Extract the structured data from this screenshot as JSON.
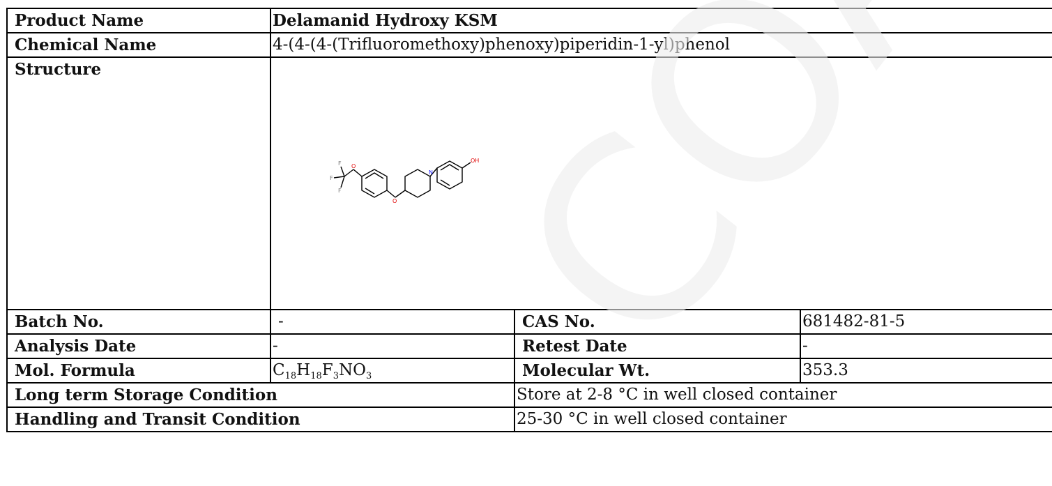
{
  "rows": {
    "product_name": {
      "label": "Product Name",
      "value": "Delamanid Hydroxy KSM"
    },
    "chemical_name": {
      "label": "Chemical Name",
      "value": "4-(4-(4-(Trifluoromethoxy)phenoxy)piperidin-1-yl)phenol"
    },
    "structure": {
      "label": "Structure"
    },
    "batch_no": {
      "label": "Batch No.",
      "value": "-"
    },
    "cas_no": {
      "label": "CAS No.",
      "value": "681482-81-5"
    },
    "analysis_date": {
      "label": "Analysis Date",
      "value": "-"
    },
    "retest_date": {
      "label": "Retest Date",
      "value": "-"
    },
    "mol_formula": {
      "label": "Mol. Formula",
      "parts": [
        "C",
        "18",
        "H",
        "18",
        "F",
        "3",
        "NO",
        "3"
      ]
    },
    "molecular_wt": {
      "label": "Molecular Wt.",
      "value": "353.3"
    },
    "storage": {
      "label": "Long term Storage Condition",
      "value": "Store at 2-8 °C in well closed container"
    },
    "handling": {
      "label": "Handling and Transit Condition",
      "value": "25-30 °C in well closed container"
    }
  },
  "structure_atoms": {
    "f1": "F",
    "f2": "F",
    "f3": "F",
    "o1": "O",
    "o2": "O",
    "n": "N",
    "oh": "OH"
  },
  "watermark": {
    "text": "COA",
    "color": "#ececec"
  },
  "colors": {
    "oxygen": "#e00000",
    "nitrogen": "#2020ff",
    "fluorine": "#777777"
  }
}
